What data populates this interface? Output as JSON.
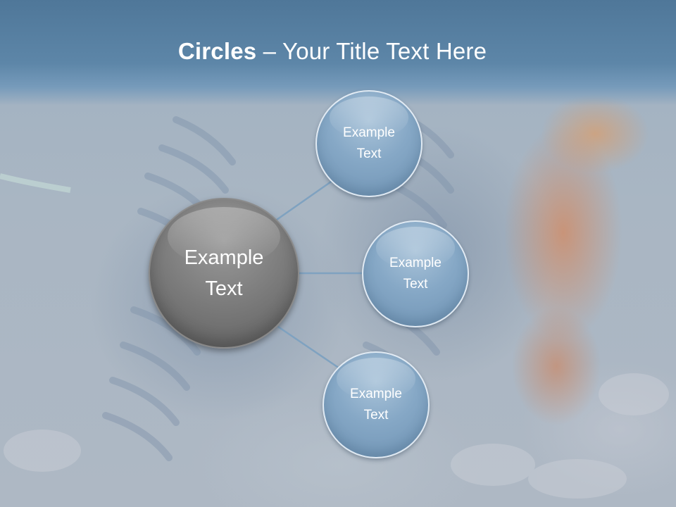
{
  "title": {
    "bold": "Circles",
    "rest": " – Your Title Text Here"
  },
  "center_circle": {
    "label": "Example Text"
  },
  "outer_circles": [
    {
      "label": "Example Text"
    },
    {
      "label": "Example Text"
    },
    {
      "label": "Example Text"
    }
  ],
  "colors": {
    "header": "#5a82a4",
    "outer_circle": "#86a8c6",
    "center_circle": "#7b7b7b",
    "connector": "#7fa2c0"
  }
}
